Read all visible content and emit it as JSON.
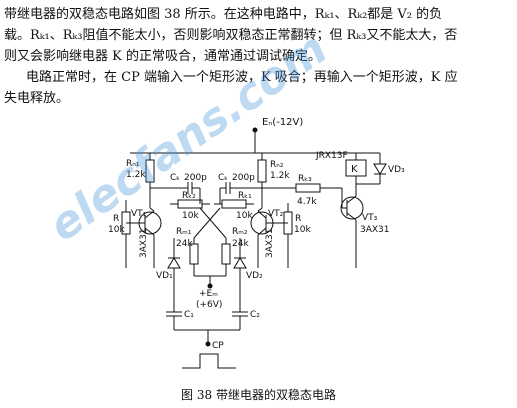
{
  "paragraphs": {
    "p1": [
      "带继电器的双稳态电路如图 38 所示。在这种电路中，Rₖ₁、Rₖ₂都是 V₂ 的负",
      "载。Rₖ₁、Rₖ₃阻值不能太小，否则影响双稳态正常翻转；但 Rₖ₃又不能太大，否",
      "则又会影响继电器 K 的正常吸合，通常通过调试确定。"
    ],
    "p2": [
      "电路正常时，在 CP 端输入一个矩形波，K 吸合；再输入一个矩形波，K 应",
      "失电释放。"
    ]
  },
  "circuit": {
    "supply": "Eₙ(-12V)",
    "labels": {
      "rc1": "Rₙ₁",
      "rc1_val": "1.2k",
      "rc2": "Rₙ₂",
      "rc2_val": "1.2k",
      "ck1": "Cₖ",
      "ck1_val": "200p",
      "ck2": "Cₖ",
      "ck2_val": "200p",
      "rk2": "Rₖ₂",
      "rk2_val": "10k",
      "rk1": "Rₖ₁",
      "rk1_val": "10k",
      "rk3": "Rₖ₃",
      "rk3_val": "4.7k",
      "rb1": "Rₘ₁",
      "rb1_val": "24k",
      "rb2": "Rₘ₂",
      "rb2_val": "24k",
      "r_left": "R",
      "r_left_val": "10k",
      "r_right": "R",
      "r_right_val": "10k",
      "vt1": "VT₁",
      "vt1_type": "3AX31",
      "vt2": "VT₂",
      "vt2_type": "3AX31",
      "vt3": "VT₃",
      "vt3_type": "3AX31",
      "vd1": "VD₁",
      "vd2": "VD₂",
      "vd3": "VD₃",
      "relay_model": "JRX13F",
      "relay_k": "K",
      "eb": "+Eₘ",
      "eb_val": "(+6V)",
      "c1": "C₁",
      "c2": "C₂",
      "cp": "CP"
    }
  },
  "caption": "图 38    带继电器的双稳态电路",
  "watermark": "elecfans.com"
}
